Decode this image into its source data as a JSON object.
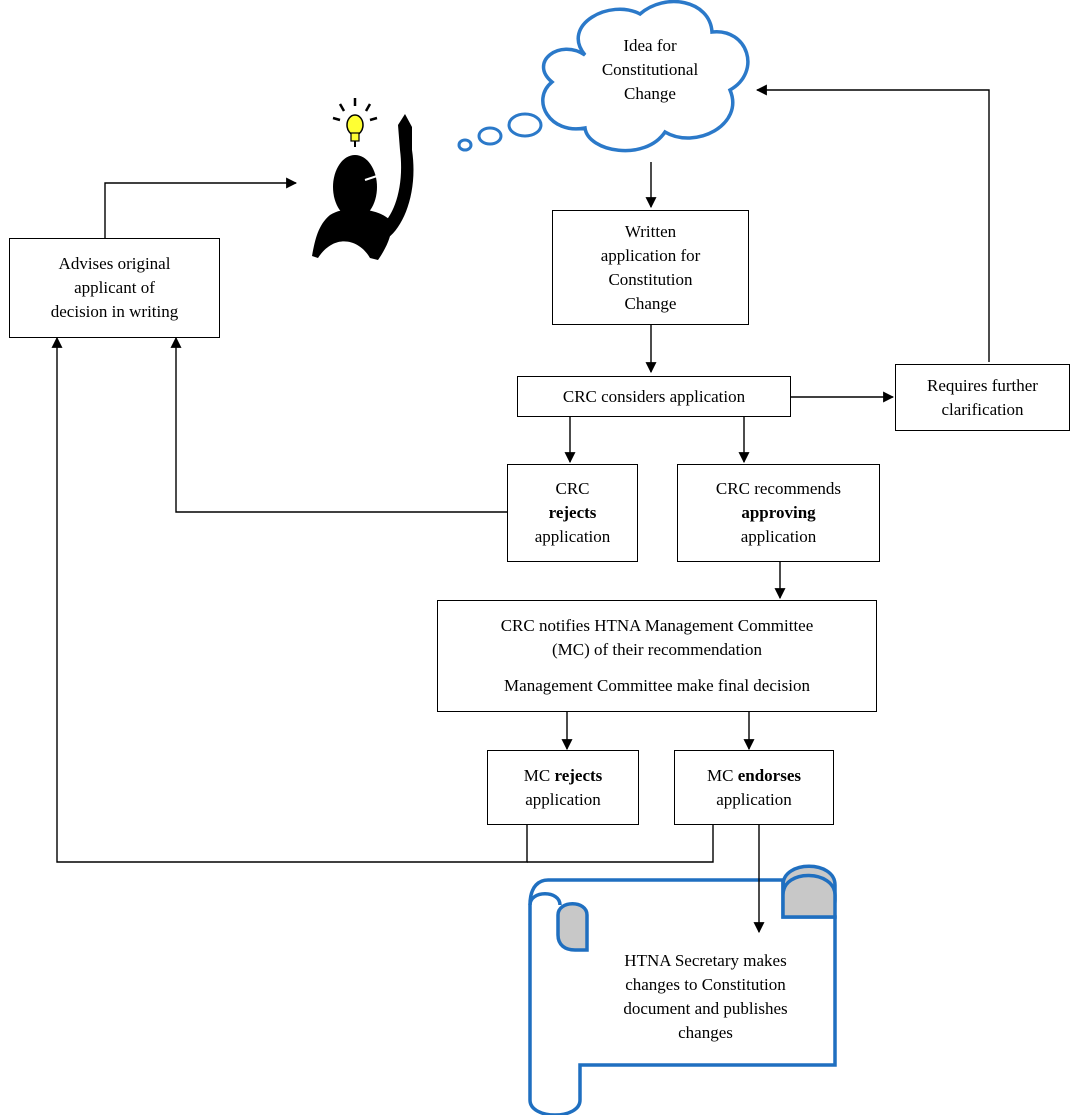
{
  "cloud": {
    "lines": [
      "Idea for",
      "Constitutional",
      "Change"
    ]
  },
  "written_application": {
    "lines": [
      "Written",
      "application for",
      "Constitution",
      "Change"
    ]
  },
  "crc_considers": {
    "text": "CRC considers application"
  },
  "requires_clarification": {
    "lines": [
      "Requires further",
      "clarification"
    ]
  },
  "advises_applicant": {
    "lines": [
      "Advises original",
      "applicant of",
      "decision in writing"
    ]
  },
  "crc_rejects": {
    "line1": "CRC",
    "line2_bold": "rejects",
    "line3": "application"
  },
  "crc_recommends": {
    "line1": "CRC recommends",
    "line2_bold": "approving",
    "line3": "application"
  },
  "crc_notifies": {
    "line1": "CRC notifies HTNA Management Committee",
    "line2": "(MC) of their recommendation",
    "line3": "Management Committee make final decision"
  },
  "mc_rejects": {
    "prefix": "MC ",
    "bold": "rejects",
    "line2": "application"
  },
  "mc_endorses": {
    "prefix": "MC ",
    "bold": "endorses",
    "line2": "application"
  },
  "scroll": {
    "lines": [
      "HTNA Secretary makes",
      "changes to Constitution",
      "document and publishes",
      "changes"
    ]
  },
  "colors": {
    "cloud_stroke": "#2b79c9",
    "scroll_stroke": "#1f6fc0",
    "scroll_fill": "#c8c8c8",
    "bulb": "#ffff33",
    "figure": "#000000"
  }
}
